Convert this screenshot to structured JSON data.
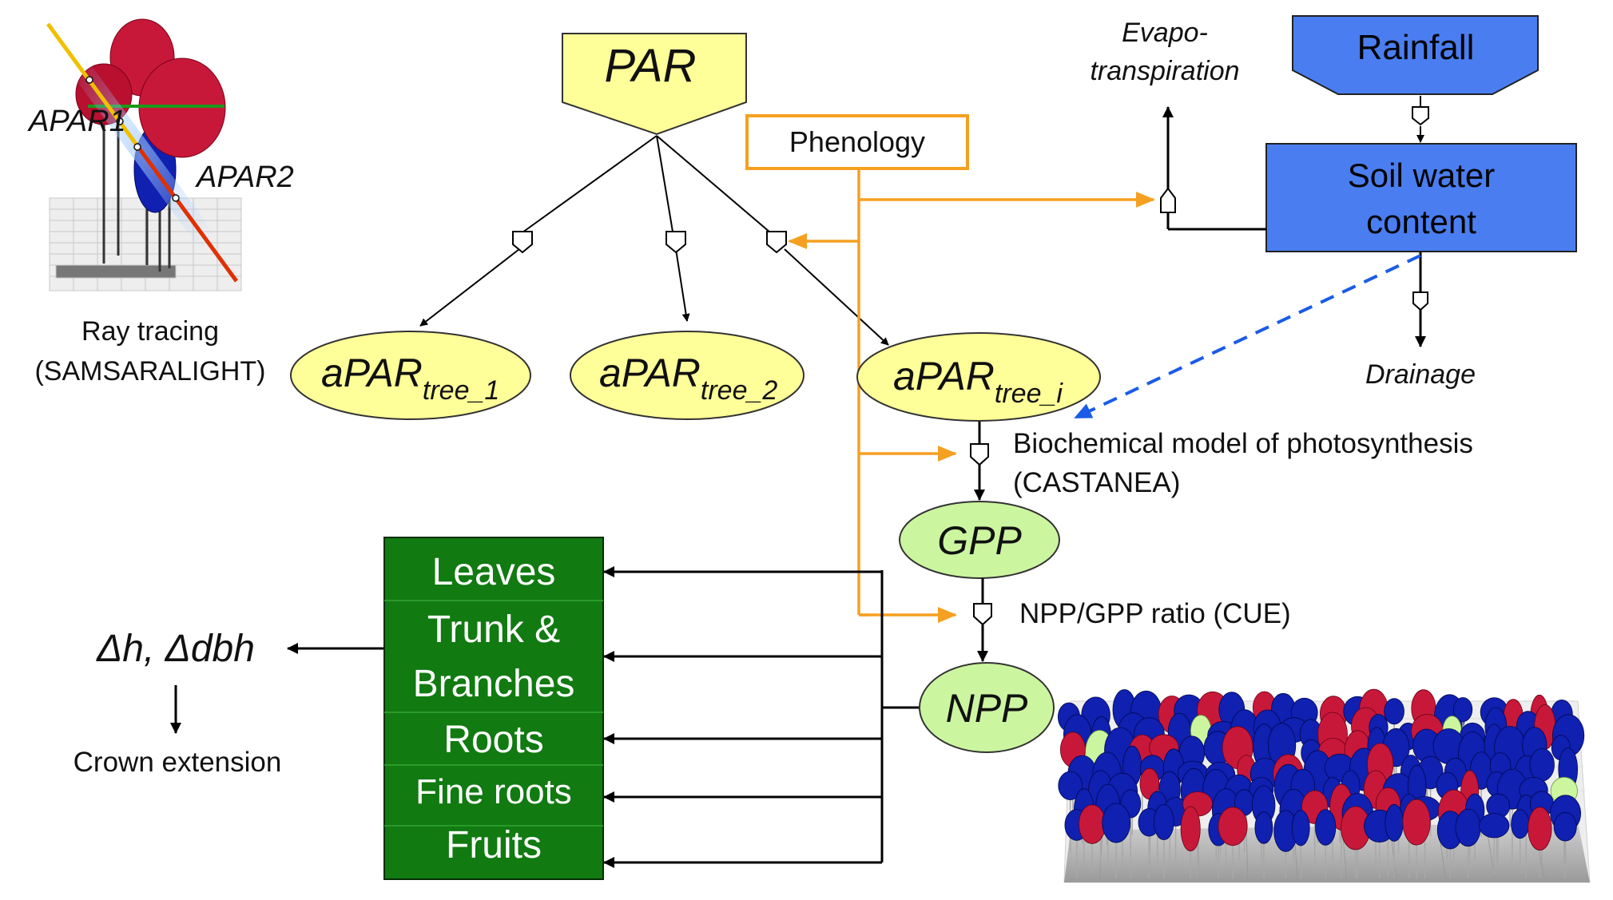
{
  "inputs": {
    "par": "PAR",
    "rainfall": "Rainfall",
    "phenology": "Phenology"
  },
  "water": {
    "evapo_line1": "Evapo-",
    "evapo_line2": "transpiration",
    "soil_line1": "Soil water",
    "soil_line2": "content",
    "drainage": "Drainage"
  },
  "ray": {
    "apar1": "APAR1",
    "apar2": "APAR2",
    "caption_line1": "Ray tracing",
    "caption_line2": "(SAMSARALIGHT)"
  },
  "apar": [
    {
      "main": "aPAR",
      "sub": "tree_1"
    },
    {
      "main": "aPAR",
      "sub": "tree_2"
    },
    {
      "main": "aPAR",
      "sub": "tree_i"
    }
  ],
  "photosynthesis": {
    "model_line1": "Biochemical model of photosynthesis",
    "model_line2": "(CASTANEA)",
    "gpp": "GPP",
    "cue": "NPP/GPP ratio (CUE)",
    "npp": "NPP"
  },
  "allocation": [
    "Leaves",
    "Trunk &",
    "Branches",
    "Roots",
    "Fine roots",
    "Fruits"
  ],
  "growth": {
    "delta": "Δh, Δdbh",
    "crown": "Crown extension"
  },
  "colors": {
    "yellow": "#ffff99",
    "blue": "#4a7ef0",
    "orange": "#f5a020",
    "green_box": "#117a11",
    "light_green": "#ccf5a0",
    "crown_red": "#c8183a",
    "crown_blue": "#1020b0"
  }
}
